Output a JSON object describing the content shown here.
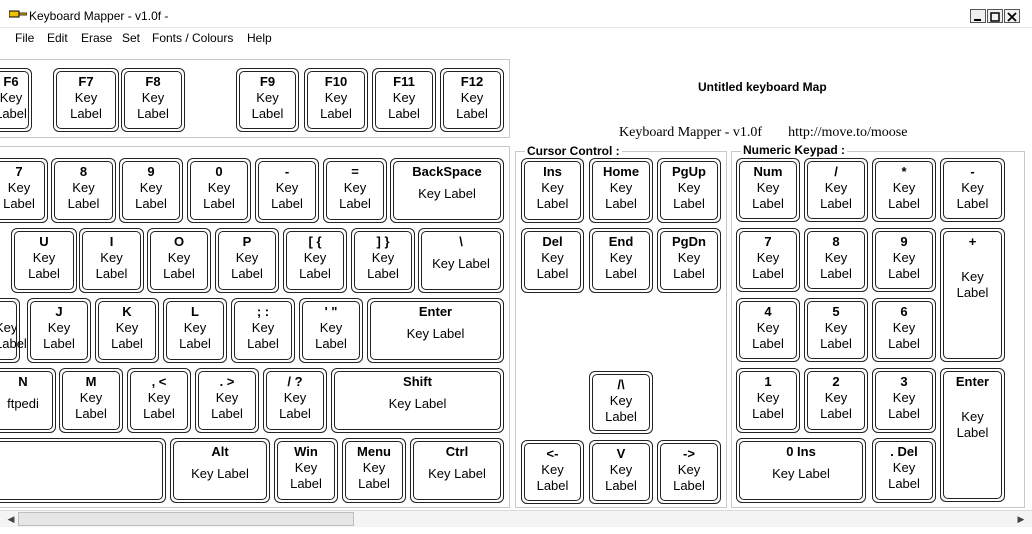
{
  "window": {
    "title": "Keyboard Mapper  -  v1.0f  -"
  },
  "menu": [
    "File",
    "Edit",
    "Erase",
    "Set",
    "Fonts / Colours",
    "Help"
  ],
  "groups": {
    "cursor": "Cursor Control :",
    "numeric": "Numeric Keypad :"
  },
  "map": {
    "title": "Untitled keyboard Map",
    "credit_app": "Keyboard Mapper  -  v1.0f",
    "credit_url": "http://move.to/moose"
  },
  "key_label": "Key Label",
  "keys": [
    [
      "F6",
      "Key\nLabel"
    ],
    [
      "F7",
      "Key\nLabel"
    ],
    [
      "F8",
      "Key\nLabel"
    ],
    [
      "F9",
      "Key\nLabel"
    ],
    [
      "F10",
      "Key\nLabel"
    ],
    [
      "F11",
      "Key\nLabel"
    ],
    [
      "F12",
      "Key\nLabel"
    ],
    [
      "7",
      "Key\nLabel"
    ],
    [
      "8",
      "Key\nLabel"
    ],
    [
      "9",
      "Key\nLabel"
    ],
    [
      "0",
      "Key\nLabel"
    ],
    [
      "-",
      "Key\nLabel"
    ],
    [
      "=",
      "Key\nLabel"
    ],
    [
      "BackSpace",
      "Key Label"
    ],
    [
      "U",
      "Key\nLabel"
    ],
    [
      "I",
      "Key\nLabel"
    ],
    [
      "O",
      "Key\nLabel"
    ],
    [
      "P",
      "Key\nLabel"
    ],
    [
      "[ {",
      "Key\nLabel"
    ],
    [
      "] }",
      "Key\nLabel"
    ],
    [
      "\\",
      "Key Label"
    ],
    [
      "",
      "Key\nLabel"
    ],
    [
      "J",
      "Key\nLabel"
    ],
    [
      "K",
      "Key\nLabel"
    ],
    [
      "L",
      "Key\nLabel"
    ],
    [
      "; :",
      "Key\nLabel"
    ],
    [
      "' \"",
      "Key\nLabel"
    ],
    [
      "Enter",
      "Key Label"
    ],
    [
      "N",
      "ftpedi"
    ],
    [
      "M",
      "Key\nLabel"
    ],
    [
      ", <",
      "Key\nLabel"
    ],
    [
      ". >",
      "Key\nLabel"
    ],
    [
      "/ ?",
      "Key\nLabel"
    ],
    [
      "Shift",
      "Key Label"
    ],
    [
      "",
      ""
    ],
    [
      "Alt",
      "Key Label"
    ],
    [
      "Win",
      "Key\nLabel"
    ],
    [
      "Menu",
      "Key\nLabel"
    ],
    [
      "Ctrl",
      "Key Label"
    ],
    [
      "Ins",
      "Key\nLabel"
    ],
    [
      "Home",
      "Key\nLabel"
    ],
    [
      "PgUp",
      "Key\nLabel"
    ],
    [
      "Del",
      "Key\nLabel"
    ],
    [
      "End",
      "Key\nLabel"
    ],
    [
      "PgDn",
      "Key\nLabel"
    ],
    [
      "/\\",
      "Key\nLabel"
    ],
    [
      "<-",
      "Key\nLabel"
    ],
    [
      "V",
      "Key\nLabel"
    ],
    [
      "->",
      "Key\nLabel"
    ],
    [
      "Num",
      "Key\nLabel"
    ],
    [
      "/",
      "Key\nLabel"
    ],
    [
      "*",
      "Key\nLabel"
    ],
    [
      "-",
      "Key\nLabel"
    ],
    [
      "7",
      "Key\nLabel"
    ],
    [
      "8",
      "Key\nLabel"
    ],
    [
      "9",
      "Key\nLabel"
    ],
    [
      "+",
      "Key\nLabel"
    ],
    [
      "4",
      "Key\nLabel"
    ],
    [
      "5",
      "Key\nLabel"
    ],
    [
      "6",
      "Key\nLabel"
    ],
    [
      "1",
      "Key\nLabel"
    ],
    [
      "2",
      "Key\nLabel"
    ],
    [
      "3",
      "Key\nLabel"
    ],
    [
      "Enter",
      "Key\nLabel"
    ],
    [
      "0 Ins",
      "Key Label"
    ],
    [
      ". Del",
      "Key\nLabel"
    ]
  ]
}
